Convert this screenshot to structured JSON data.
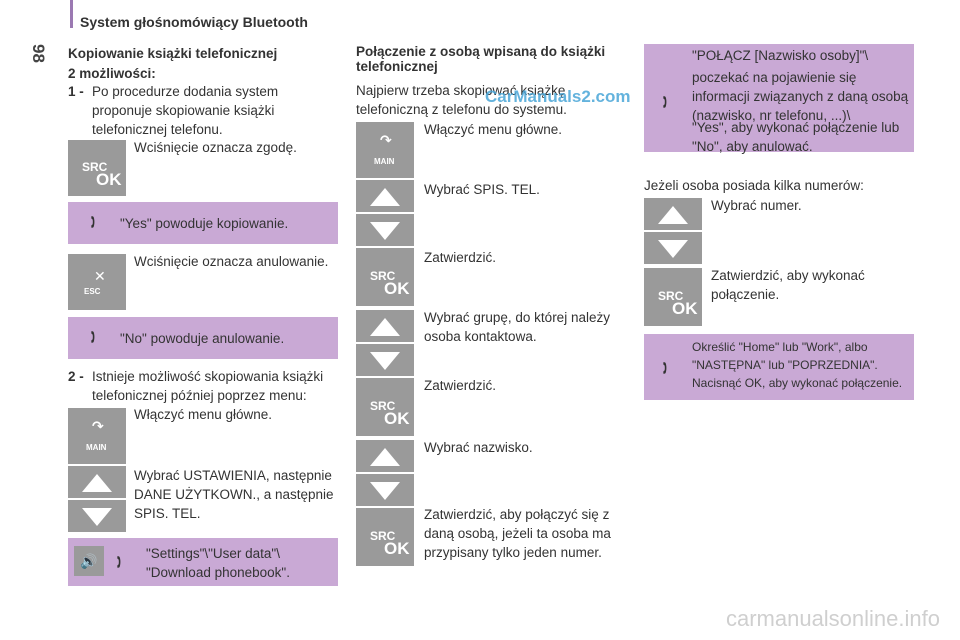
{
  "header": {
    "title": "System głośnomówiący Bluetooth",
    "page_number": "98"
  },
  "col1": {
    "heading": "Kopiowanie książki telefonicznej",
    "subheading": "2 możliwości:",
    "item1_num": "1 -",
    "item1_text": "Po procedurze dodania system proponuje skopiowanie książki telefonicznej telefonu.",
    "step_agree": "Wciśnięcie oznacza zgodę.",
    "voice_yes": "\"Yes\" powoduje kopiowanie.",
    "step_cancel": "Wciśnięcie oznacza anulowanie.",
    "voice_no": "\"No\" powoduje anulowanie.",
    "item2_num": "2 -",
    "item2_text": "Istnieje możliwość skopiowania książki telefonicznej później poprzez menu:",
    "step_main": "Włączyć menu główne.",
    "step_settings": "Wybrać USTAWIENIA, następnie DANE UŻYTKOWN., a następnie SPIS. TEL.",
    "voice_settings_1": "\"Settings\"\\\"User data\"\\",
    "voice_settings_2": "\"Download phonebook\"."
  },
  "col2": {
    "heading": "Połączenie z osobą wpisaną do książki telefonicznej",
    "intro": "Najpierw trzeba skopiować książkę telefoniczną z telefonu do systemu.",
    "steps": [
      "Włączyć menu główne.",
      "Wybrać SPIS. TEL.",
      "Zatwierdzić.",
      "Wybrać grupę, do której należy osoba kontaktowa.",
      "Zatwierdzić.",
      "Wybrać nazwisko.",
      "Zatwierdzić, aby połączyć się z daną osobą, jeżeli ta osoba ma przypisany tylko jeden numer."
    ]
  },
  "col3": {
    "voice_connect_1": "\"POŁĄCZ [Nazwisko osoby]\"\\",
    "voice_connect_2": "poczekać na pojawienie się informacji związanych z daną osobą (nazwisko, nr telefonu, ...)\\",
    "voice_connect_3": "\"Yes\", aby wykonać połączenie lub \"No\", aby anulować.",
    "multi_numbers": "Jeżeli osoba posiada kilka numerów:",
    "step_select": "Wybrać numer.",
    "step_confirm": "Zatwierdzić, aby wykonać połączenie.",
    "voice_home_1": "Określić \"Home\" lub \"Work\", albo",
    "voice_home_2": "\"NASTĘPNA\" lub \"POPRZEDNIA\".",
    "voice_home_3": "Nacisnąć OK, aby wykonać połączenie."
  },
  "keys": {
    "src": "SRC",
    "ok": "OK",
    "esc": "ESC",
    "main": "MAIN"
  },
  "watermarks": {
    "carmanuals": "CarManuals2.com",
    "bottom": "carmanualsonline.info"
  },
  "colors": {
    "accent": "#9b79b2",
    "voice_bg": "#c9a9d5",
    "key_bg": "#9a9a9a"
  }
}
